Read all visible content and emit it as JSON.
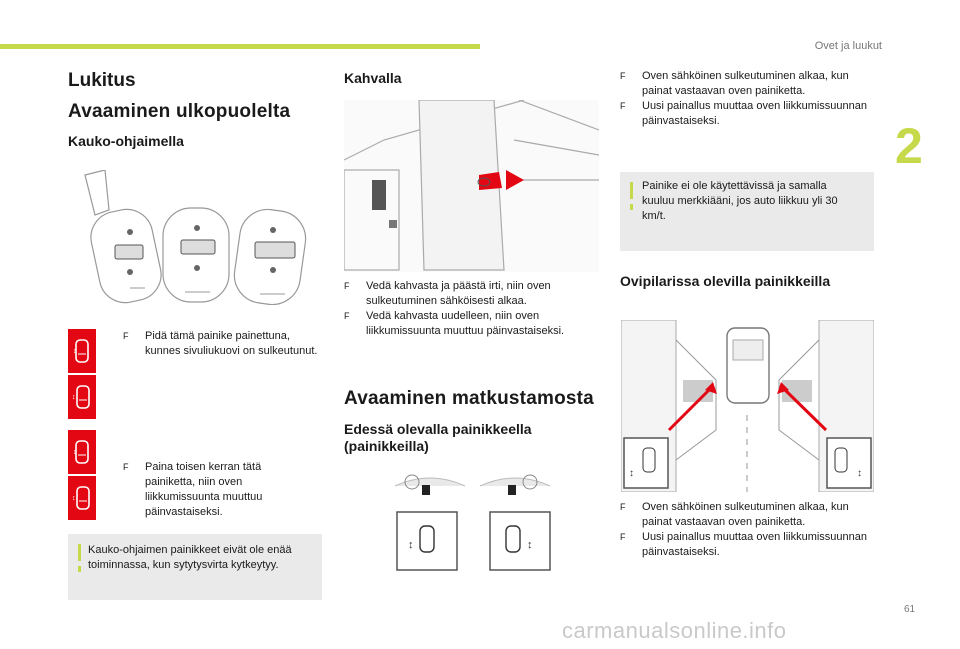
{
  "header": {
    "section": "Ovet ja luukut",
    "chapter": "2"
  },
  "page_number": "61",
  "watermark": "carmanualsonline.info",
  "col1": {
    "title": "Lukitus",
    "subtitle": "Avaaminen ulkopuolelta",
    "heading": "Kauko-ohjaimella",
    "step1": "Pidä tämä painike painettuna, kunnes sivuliukuovi on sulkeutunut.",
    "step2": "Paina toisen kerran tätä painiketta, niin oven liikkumissuunta muuttuu päinvastaiseksi.",
    "note": "Kauko-ohjaimen painikkeet eivät ole enää toiminnassa, kun sytytysvirta kytkeytyy."
  },
  "col2": {
    "heading": "Kahvalla",
    "bullets": [
      "Vedä kahvasta ja päästä irti, niin oven sulkeutuminen sähköisesti alkaa.",
      "Vedä kahvasta uudelleen, niin oven liikkumissuunta muuttuu päinvastaiseksi."
    ],
    "title2": "Avaaminen matkustamosta",
    "heading2": "Edessä olevalla painikkeella (painikkeilla)"
  },
  "col3": {
    "bullets_top": [
      "Oven sähköinen sulkeutuminen alkaa, kun painat vastaavan oven painiketta.",
      "Uusi painallus muuttaa oven liikkumissuunnan päinvastaiseksi."
    ],
    "note": "Painike ei ole käytettävissä ja samalla kuuluu merkkiääni, jos auto liikkuu yli 30 km/t.",
    "heading": "Ovipilarissa olevilla painikkeilla",
    "bullets_bottom": [
      "Oven sähköinen sulkeutuminen alkaa, kun painat vastaavan oven painiketta.",
      "Uusi painallus muuttaa oven liikkumissuunnan päinvastaiseksi."
    ]
  },
  "bullet_marker": "F",
  "colors": {
    "accent": "#c5d94a",
    "red": "#e30613",
    "note_bg": "#eaeaea"
  }
}
